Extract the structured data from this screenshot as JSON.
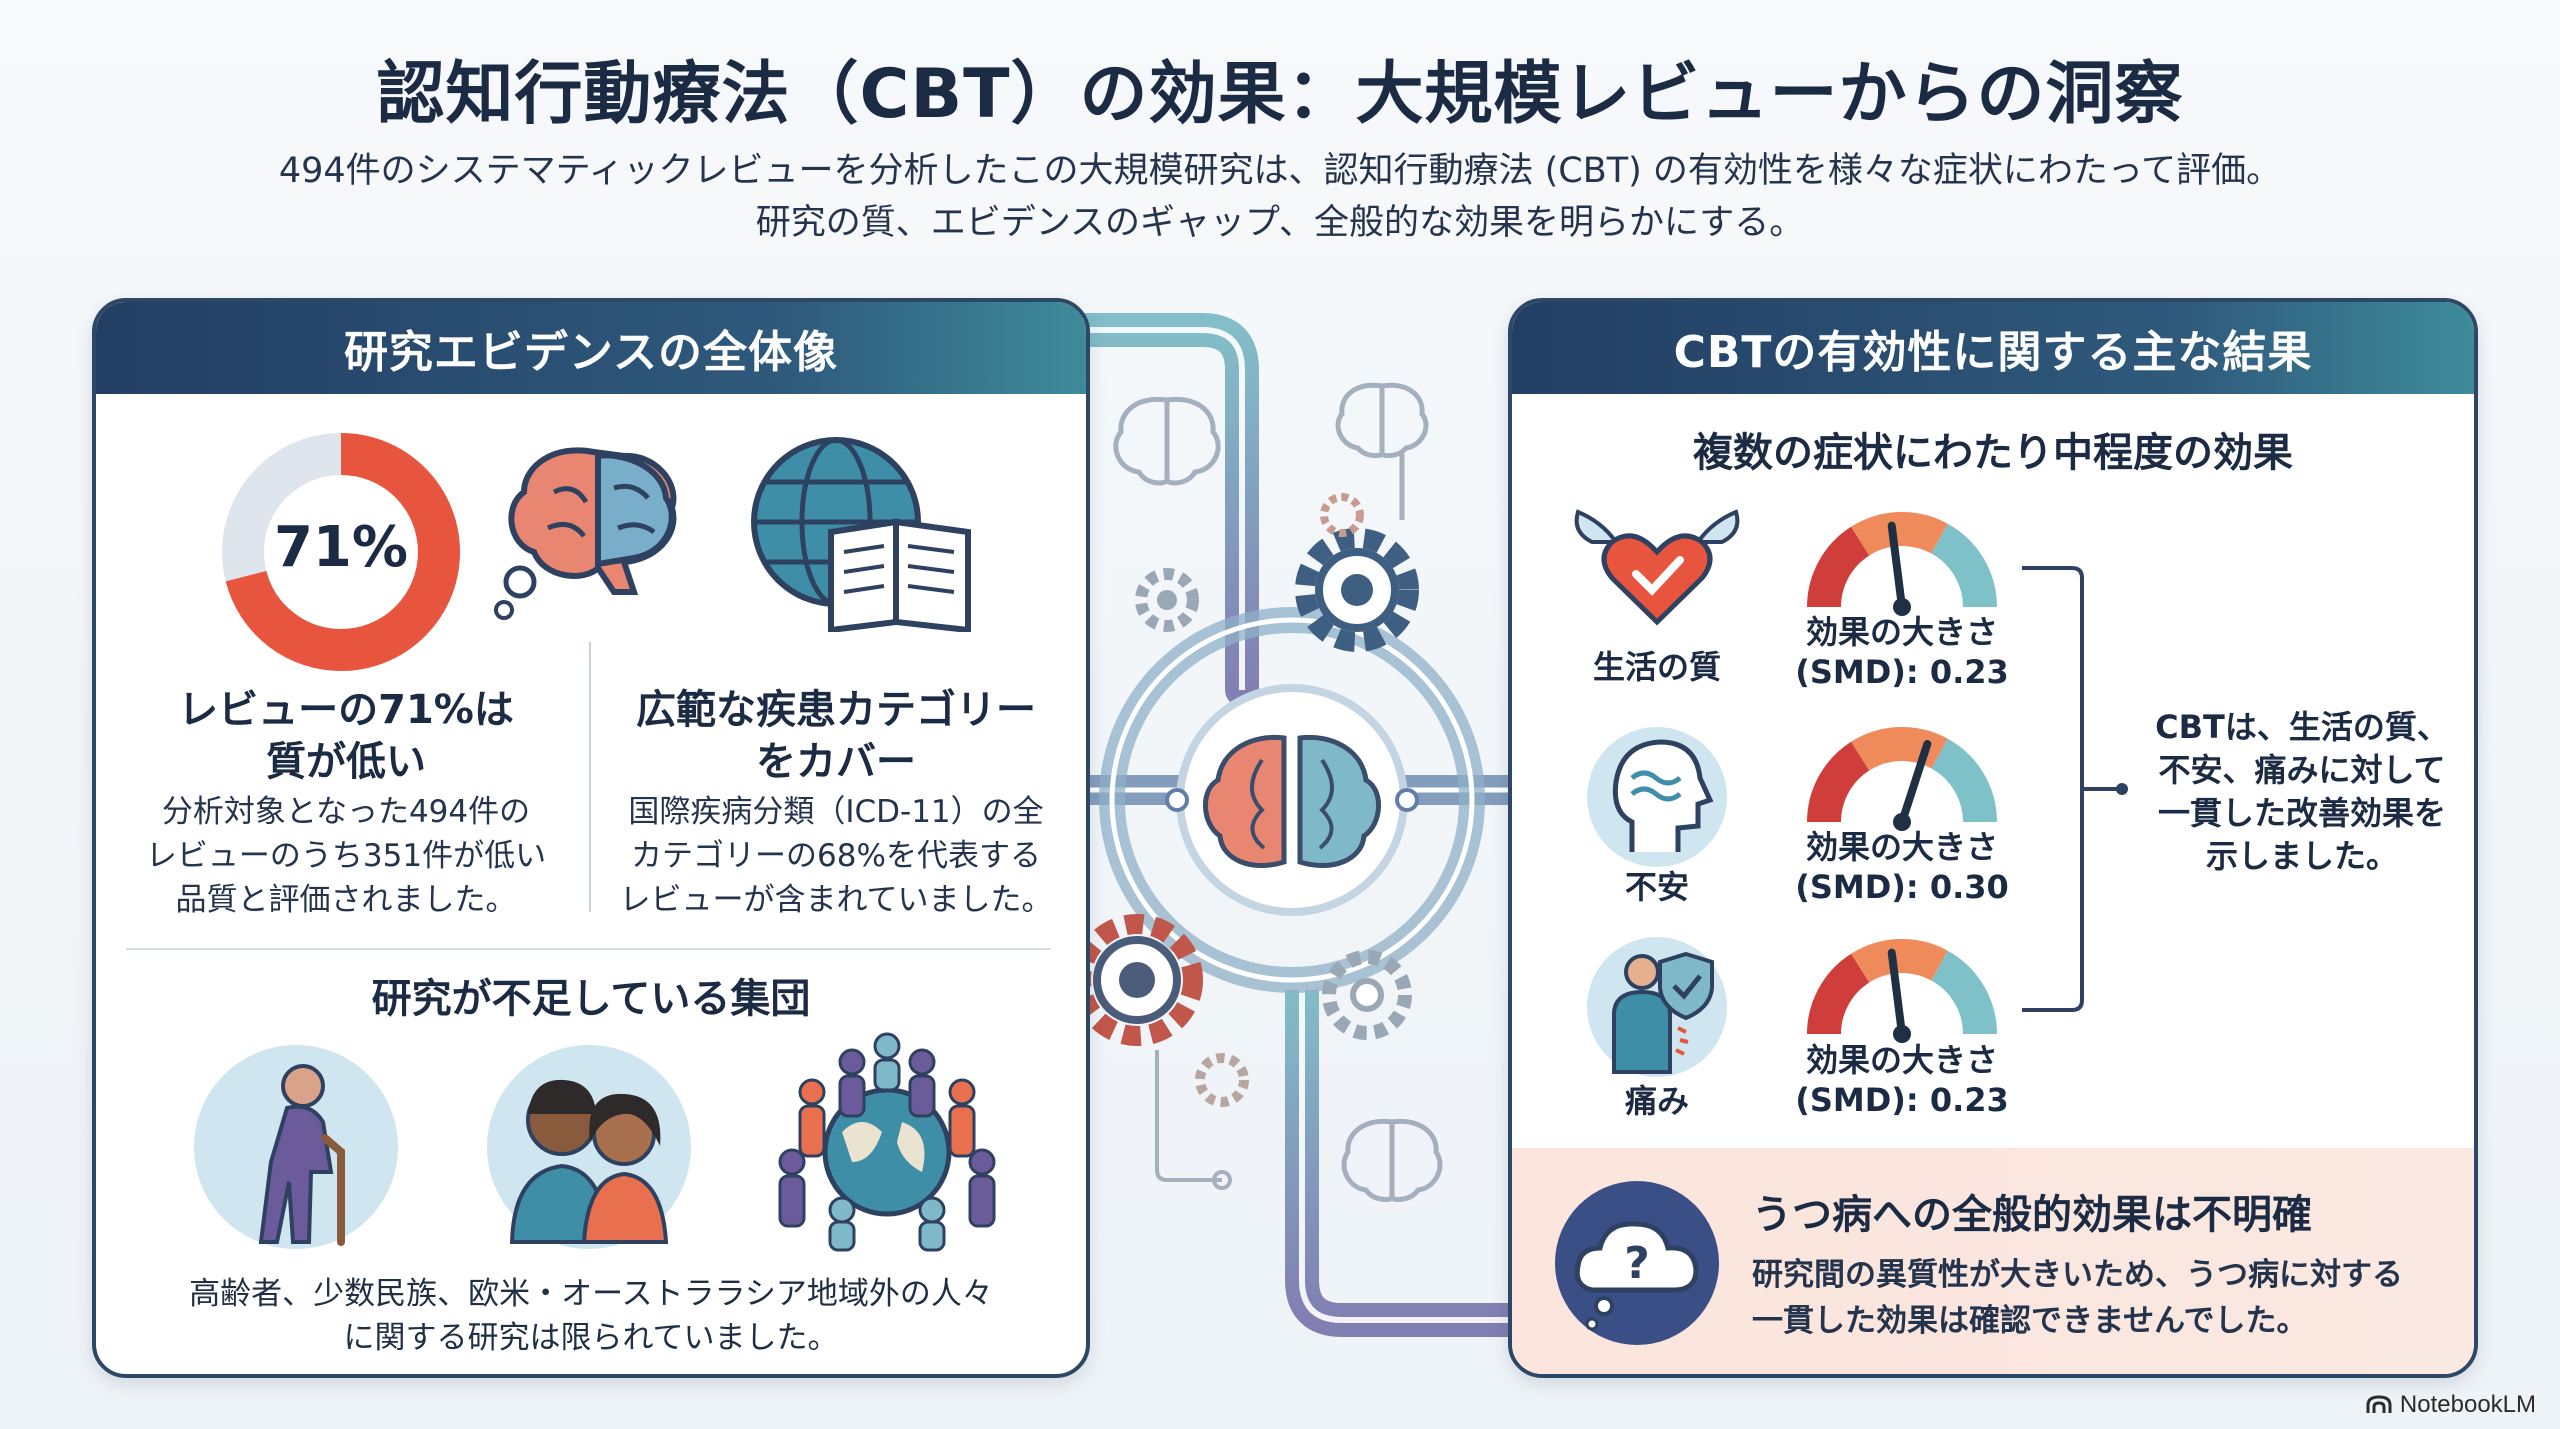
{
  "header": {
    "title": "認知行動療法（CBT）の効果：大規模レビューからの洞察",
    "subtitle_lines": [
      "494件のシステマティックレビューを分析したこの大規模研究は、認知行動療法 (CBT) の有効性を様々な症状にわたって評価。",
      "研究の質、エビデンスのギャップ、全般的な効果を明らかにする。"
    ]
  },
  "left_panel": {
    "heading": "研究エビデンスの全体像",
    "low_quality": {
      "stat": "71%",
      "fraction": 0.71,
      "title_lines": [
        "レビューの71%は",
        "質が低い"
      ],
      "desc_lines": [
        "分析対象となった494件の",
        "レビューのうち351件が低い",
        "品質と評価されました。"
      ]
    },
    "coverage": {
      "title_lines": [
        "広範な疾患カテゴリー",
        "をカバー"
      ],
      "desc_lines": [
        "国際疾病分類（ICD-11）の全",
        "カテゴリーの68%を代表する",
        "レビューが含まれていました。"
      ]
    },
    "understudied": {
      "title": "研究が不足している集団",
      "desc_lines": [
        "高齢者、少数民族、欧米・オーストララシア地域外の人々",
        "に関する研究は限られていました。"
      ]
    }
  },
  "right_panel": {
    "heading": "CBTの有効性に関する主な結果",
    "subheading": "複数の症状にわたり中程度の効果",
    "effect_label": "効果の大きさ",
    "outcomes": [
      {
        "label": "生活の質",
        "smd_text": "(SMD): 0.23",
        "smd": 0.23,
        "icon": "heart-check-icon"
      },
      {
        "label": "不安",
        "smd_text": "(SMD): 0.30",
        "smd": 0.3,
        "icon": "head-waves-icon"
      },
      {
        "label": "痛み",
        "smd_text": "(SMD): 0.23",
        "smd": 0.23,
        "icon": "pain-shield-icon"
      }
    ],
    "summary_lines": [
      "CBTは、生活の質、",
      "不安、痛みに対して",
      "一貫した改善効果を",
      "示しました。"
    ],
    "depression": {
      "title": "うつ病への全般的効果は不明確",
      "desc_lines": [
        "研究間の異質性が大きいため、うつ病に対する",
        "一貫した効果は確認できませんでした。"
      ]
    }
  },
  "colors": {
    "navy": "#223e63",
    "teal": "#3e8b9a",
    "coral": "#e8553f",
    "gauge_red": "#cf3e3b",
    "gauge_orange": "#ef8b5a",
    "gauge_teal": "#7fc1c8"
  },
  "brand": "NotebookLM"
}
